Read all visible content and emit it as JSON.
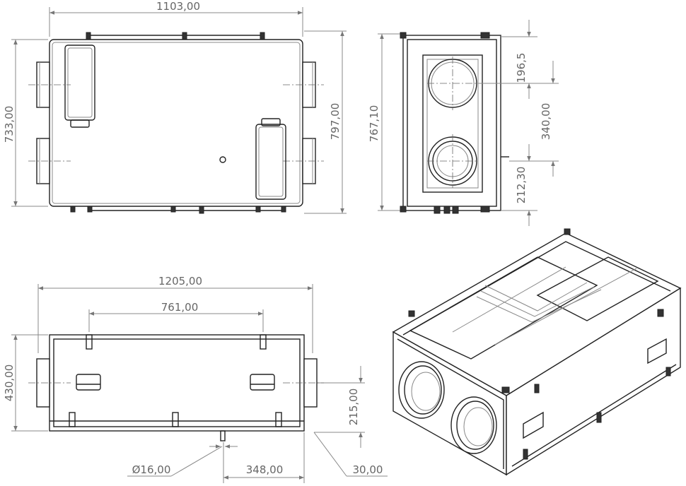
{
  "dimensions": {
    "top_width": "1103,00",
    "top_height_left": "733,00",
    "top_height_right": "797,00",
    "side_height": "767,10",
    "side_196": "196,5",
    "side_340": "340,00",
    "side_212": "212,30",
    "front_width": "1205,00",
    "front_761": "761,00",
    "front_430": "430,00",
    "front_215": "215,00",
    "front_dia": "Ø16,00",
    "front_348": "348,00",
    "front_30": "30,00"
  }
}
